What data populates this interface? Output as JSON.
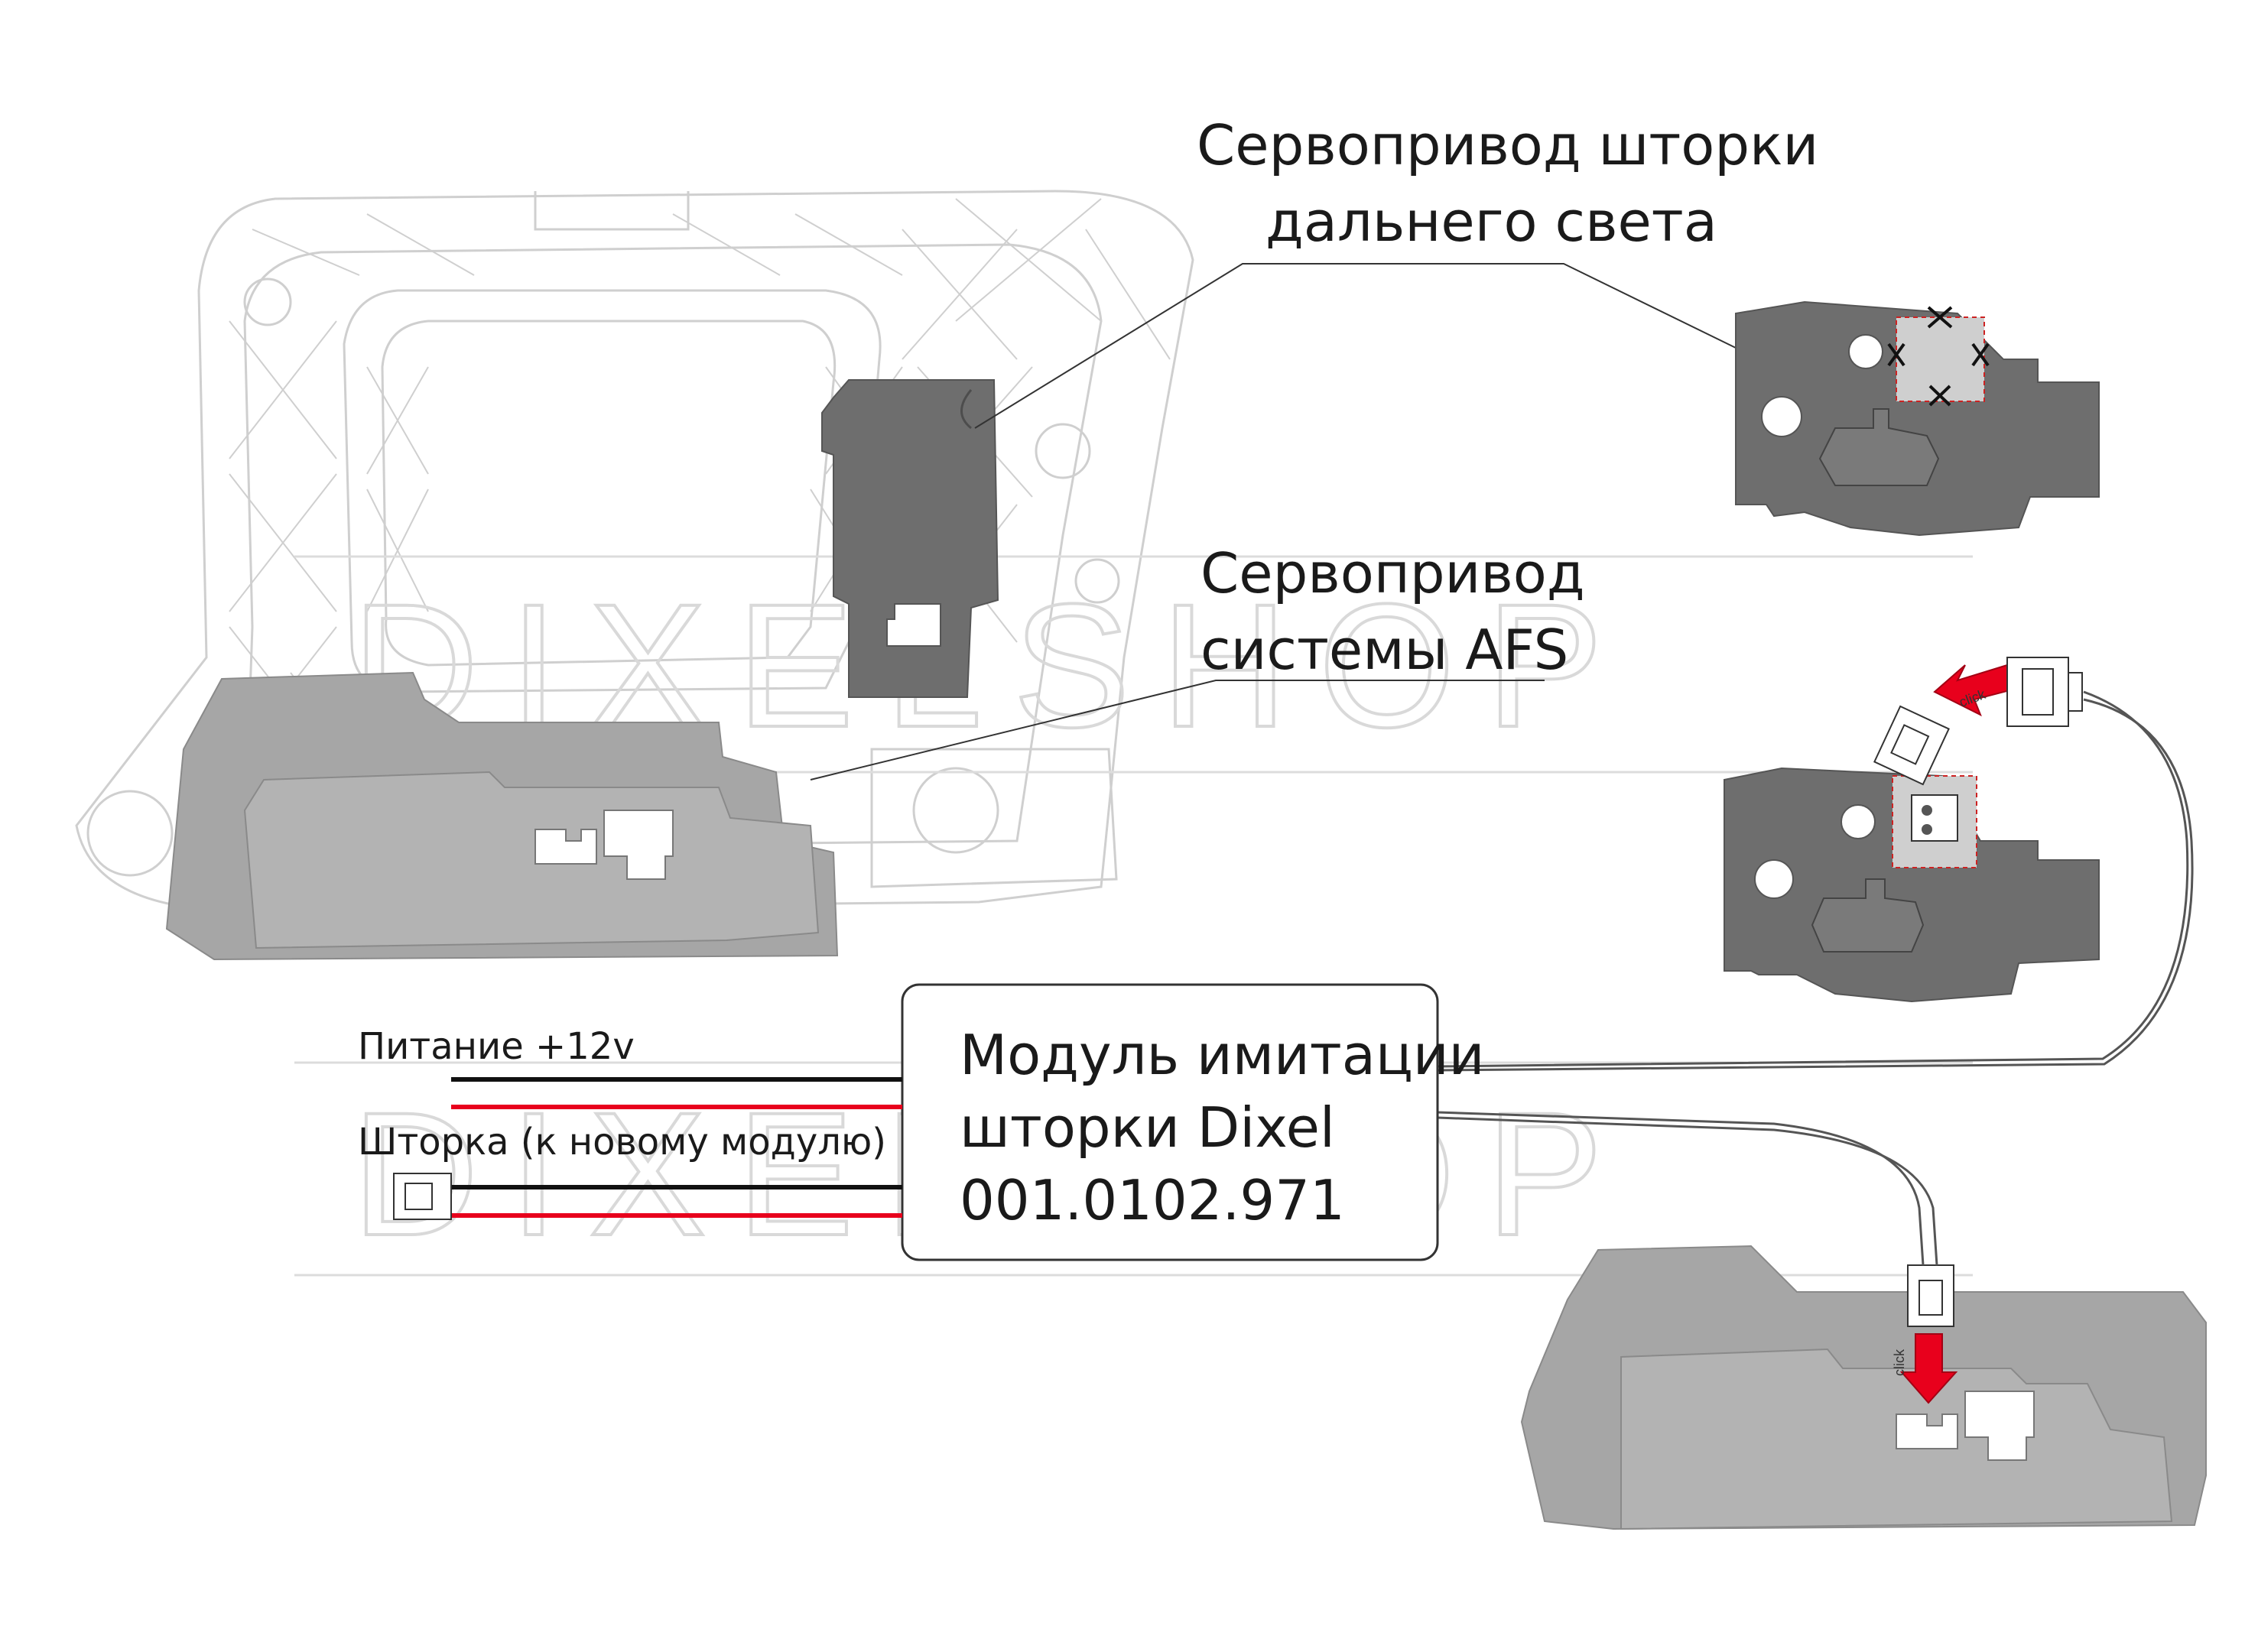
{
  "labels": {
    "hb_servo_line1": "Сервопривод шторки",
    "hb_servo_line2": "дальнего света",
    "afs_servo_line1": "Сервопривод",
    "afs_servo_line2": "системы AFS",
    "power": "Питание +12v",
    "shutter": "Шторка (к новому модулю)"
  },
  "module": {
    "line1": "Модуль имитации",
    "line2": "шторки Dixel",
    "line3": "001.0102.971"
  },
  "watermark": "DIXELSHOP",
  "arrow_label": "click",
  "colors": {
    "dark_part": "#6e6e6e",
    "light_part": "#a8a8a8",
    "wire_red": "#e8001c",
    "wire_black": "#111111",
    "frame_outline": "#cfcfcf"
  }
}
